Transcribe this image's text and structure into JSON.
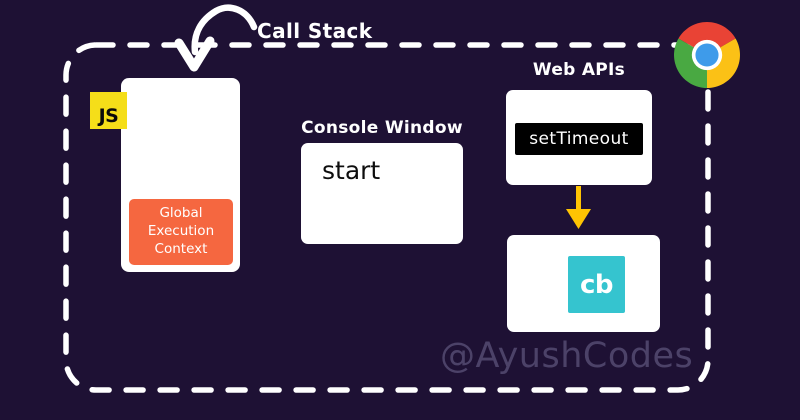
{
  "colors": {
    "bg": "#1E1134",
    "box-white": "#FFFFFF",
    "line-white": "#FFFFFF",
    "js-yellow": "#F5DE19",
    "frame-orange": "#F56740",
    "callback-teal": "#35C4CF",
    "arrow-yellow": "#FFC403",
    "badge-black": "#000000",
    "watermark-color": "#4C4268",
    "chrome-red": "#E94335",
    "chrome-yellow": "#FBC116",
    "chrome-green": "#49A942",
    "chrome-blue": "#3E9BEA"
  },
  "diagram": {
    "call_stack": {
      "label": "Call Stack",
      "js_badge": "JS",
      "frame": "Global Execution Context"
    },
    "console": {
      "label": "Console Window",
      "output": "start"
    },
    "web_apis": {
      "label": "Web APIs",
      "api": "setTimeout",
      "callback": "cb"
    },
    "watermark": "@AyushCodes"
  }
}
